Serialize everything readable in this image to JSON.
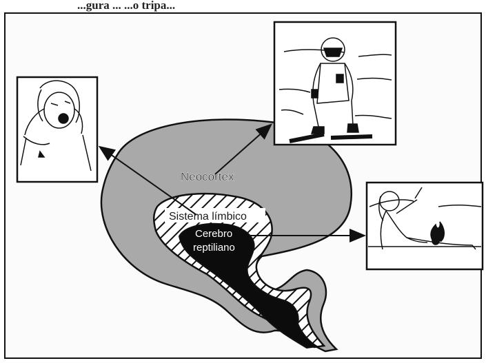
{
  "caption": "...gura ... ...o tripa...",
  "labels": {
    "neocortex": "Neocortex",
    "limbic": "Sistema límbico",
    "reptilian_line1": "Cerebro",
    "reptilian_line2": "reptiliano"
  },
  "panels": [
    {
      "id": "emotion",
      "depicts": "person-covering-ears-screaming"
    },
    {
      "id": "astronaut",
      "depicts": "astronaut-walking-on-moon"
    },
    {
      "id": "caveman",
      "depicts": "caveman-by-fire"
    }
  ],
  "colors": {
    "neocortex_fill": "#a9a9a9",
    "reptilian_fill": "#0c0c0c",
    "stroke": "#111111",
    "limbic_fill": "#ffffff"
  }
}
